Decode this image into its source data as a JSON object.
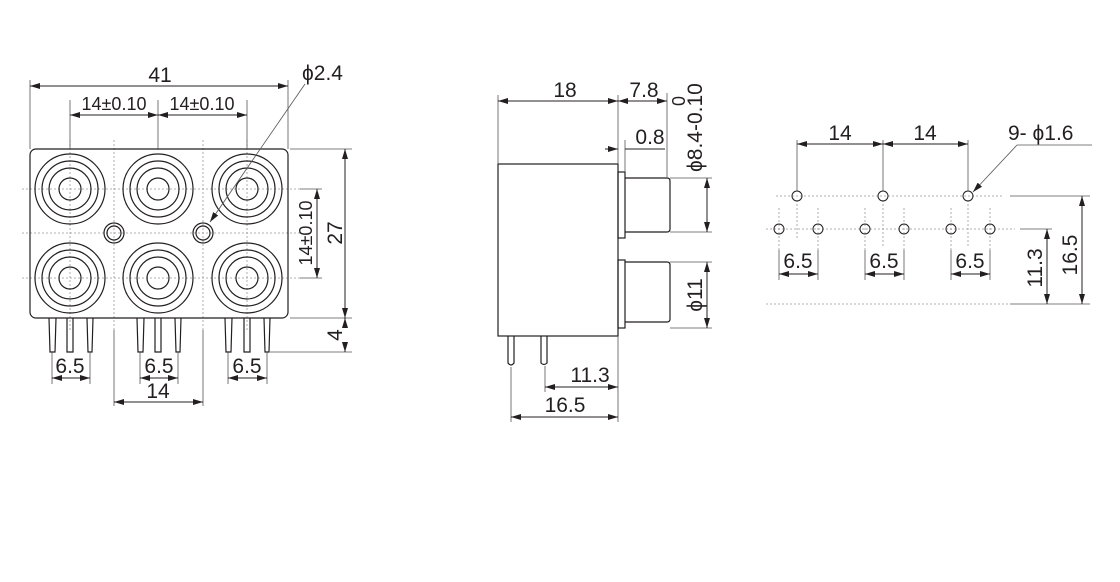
{
  "front_view": {
    "width": "41",
    "pitch_left": "14±0.10",
    "pitch_right": "14±0.10",
    "hole_dia": "ϕ2.4",
    "height": "27",
    "row_pitch": "14±0.10",
    "pin_length": "4",
    "pin_spacing": [
      "6.5",
      "6.5",
      "6.5"
    ],
    "hole_spacing": "14"
  },
  "side_view": {
    "body_depth": "18",
    "jack_length": "7.8",
    "flange": "0.8",
    "jack_dia_upper": "ϕ8.4-0.10",
    "jack_dia_upper_tol": "0",
    "jack_dia_lower": "ϕ11",
    "pin_offset_1": "11.3",
    "pin_offset_2": "16.5"
  },
  "footprint": {
    "pitch_1": "14",
    "pitch_2": "14",
    "holes": "9- ϕ1.6",
    "pin_spacing": [
      "6.5",
      "6.5",
      "6.5"
    ],
    "row_offset": "11.3",
    "total_offset": "16.5"
  }
}
